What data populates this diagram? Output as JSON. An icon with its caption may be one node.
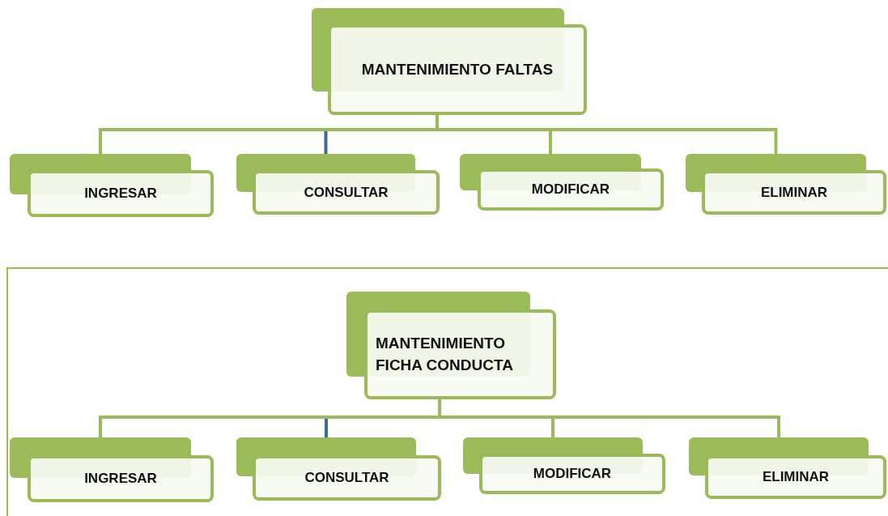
{
  "diagram": {
    "nodes": [
      {
        "text": [
          "MANTENIMIENTO FALTAS"
        ]
      },
      {
        "text": [
          "INGRESAR"
        ]
      },
      {
        "text": [
          "CONSULTAR"
        ]
      },
      {
        "text": [
          "MODIFICAR"
        ]
      },
      {
        "text": [
          "ELIMINAR"
        ]
      },
      {
        "text": [
          "MANTENIMIENTO FICHA CONDUCTA"
        ]
      },
      {
        "text": [
          "INGRESAR"
        ]
      },
      {
        "text": [
          "CONSULTAR"
        ]
      },
      {
        "text": [
          "MODIFICAR"
        ]
      },
      {
        "text": [
          "ELIMINAR"
        ]
      }
    ],
    "edges": [
      {
        "from": 0,
        "to": 1,
        "arrow": "none"
      },
      {
        "from": 0,
        "to": 2,
        "arrow": "none",
        "color": "#3c6a9c"
      },
      {
        "from": 0,
        "to": 3,
        "arrow": "none"
      },
      {
        "from": 0,
        "to": 4,
        "arrow": "none"
      },
      {
        "from": 5,
        "to": 6,
        "arrow": "none"
      },
      {
        "from": 5,
        "to": 7,
        "arrow": "none",
        "color": "#3c6a9c"
      },
      {
        "from": 5,
        "to": 8,
        "arrow": "none"
      },
      {
        "from": 5,
        "to": 9,
        "arrow": "none"
      }
    ]
  }
}
